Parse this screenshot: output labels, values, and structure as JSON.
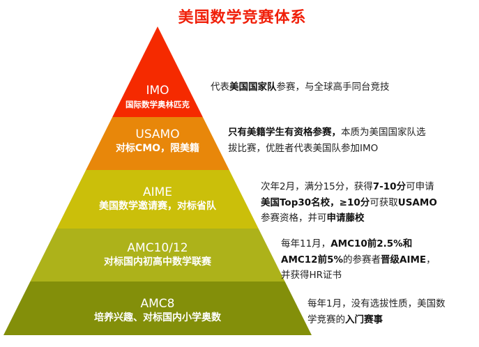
{
  "title": "美国数学竞赛体系",
  "levels": [
    {
      "name": "IMO",
      "subtitle": "国际数学奥林匹克",
      "color": "#f52a00",
      "description": [
        [
          {
            "t": "代表"
          },
          {
            "t": "美国国家队",
            "b": true
          },
          {
            "t": "参赛，与全球高手同台竞技"
          }
        ]
      ]
    },
    {
      "name": "USAMO",
      "subtitle": "对标CMO，限美籍",
      "color": "#e8870a",
      "description": [
        [
          {
            "t": "只有美籍学生有资格参赛，",
            "b": true
          },
          {
            "t": "本质为美国国家队选"
          }
        ],
        [
          {
            "t": "拔比赛，优胜者代表美国队参加IMO"
          }
        ]
      ]
    },
    {
      "name": "AIME",
      "subtitle": "美国数学邀请赛，对标省队",
      "color": "#cbbf0a",
      "description": [
        [
          {
            "t": "次年2月，满分15分，获得"
          },
          {
            "t": "7-10分",
            "b": true
          },
          {
            "t": "可申请"
          }
        ],
        [
          {
            "t": "美国Top30名校，≥10分",
            "b": true
          },
          {
            "t": "可获取"
          },
          {
            "t": "USAMO",
            "b": true
          }
        ],
        [
          {
            "t": "参赛资格，并可"
          },
          {
            "t": "申请藤校",
            "b": true
          }
        ]
      ]
    },
    {
      "name": "AMC10/12",
      "subtitle": "对标国内初高中数学联赛",
      "color": "#adb21a",
      "description": [
        [
          {
            "t": "每年11月，"
          },
          {
            "t": "AMC10前2.5%和",
            "b": true
          }
        ],
        [
          {
            "t": "AMC12前5%",
            "b": true
          },
          {
            "t": "的参赛者"
          },
          {
            "t": "晋级AIME",
            "b": true
          },
          {
            "t": "，"
          }
        ],
        [
          {
            "t": "并获得HR证书"
          }
        ]
      ]
    },
    {
      "name": "AMC8",
      "subtitle": "培养兴趣、对标国内小学奥数",
      "color": "#838f0a",
      "description": [
        [
          {
            "t": "每年1月，没有选拔性质，美国数"
          }
        ],
        [
          {
            "t": "学竞赛的"
          },
          {
            "t": "入门赛事",
            "b": true
          }
        ]
      ]
    }
  ]
}
